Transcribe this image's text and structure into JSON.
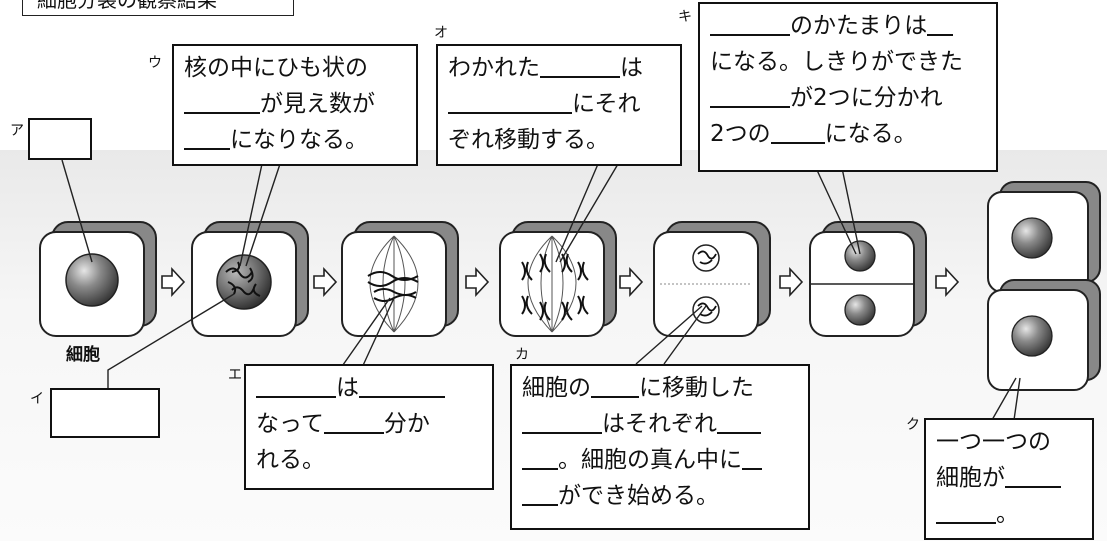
{
  "title": "細胞分裂の観察結果",
  "labels": {
    "a": "ア",
    "i": "イ",
    "u": "ウ",
    "e": "エ",
    "o": "オ",
    "ka": "カ",
    "ki": "キ",
    "ku": "ク"
  },
  "cell_label": "細胞",
  "box_u": {
    "l1": "核の中にひも状の",
    "l2": "が見え数が",
    "l3": "になりなる。"
  },
  "box_e": {
    "l1": "は",
    "l2a": "なって",
    "l2b": "分か",
    "l3": "れる。"
  },
  "box_o": {
    "l1": "わかれた",
    "l1b": "は",
    "l2": "にそれ",
    "l3": "ぞれ移動する。"
  },
  "box_ka": {
    "l1a": "細胞の",
    "l1b": "に移動した",
    "l2": "はそれぞれ",
    "l3": "。細胞の真ん中に",
    "l4": "ができ始める。"
  },
  "box_ki": {
    "l1": "のかたまりは",
    "l2": "になる。しきりができた",
    "l3": "が2つに分かれ",
    "l4a": "2つの",
    "l4b": "になる。"
  },
  "box_ku": {
    "l1": "一つ一つの",
    "l2": "細胞が",
    "l3": "。"
  }
}
